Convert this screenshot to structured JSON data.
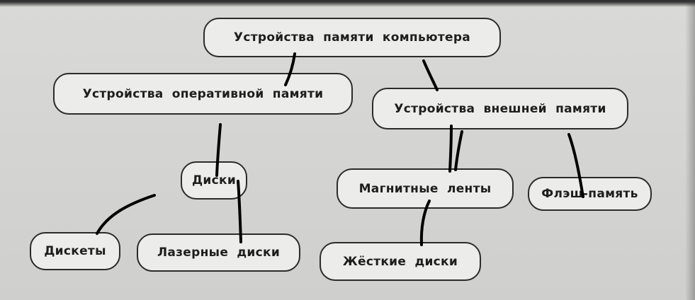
{
  "diagram": {
    "nodes": {
      "root": "Устройства памяти компьютера",
      "ram": "Устройства оперативной памяти",
      "external": "Устройства внешней памяти",
      "disks": "Диски",
      "magnetic_tapes": "Магнитные ленты",
      "flash": "Флэш-память",
      "floppy": "Дискеты",
      "laser_disks": "Лазерные диски",
      "hard_disks": "Жёсткие диски"
    },
    "ink_color": "#000000",
    "box_border_color": "#2b2b2b"
  }
}
